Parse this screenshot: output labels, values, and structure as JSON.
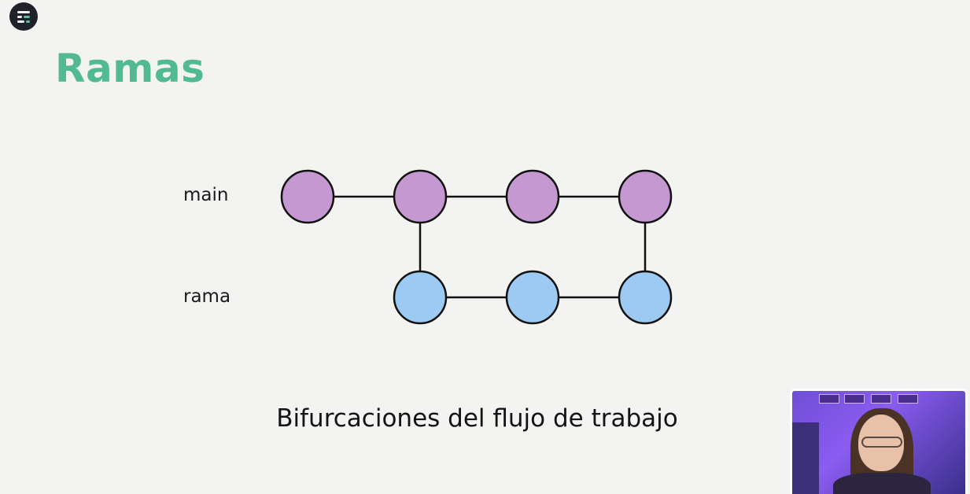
{
  "app": {
    "logo_icon": "slides-app-logo-icon"
  },
  "slide": {
    "title": "Ramas",
    "caption": "Bifurcaciones del flujo de trabajo",
    "colors": {
      "title": "#52b995",
      "main_commit": "#c698d1",
      "branch_commit": "#9dcaf2",
      "line": "#111111"
    }
  },
  "diagram": {
    "main_label": "main",
    "branch_label": "rama",
    "main_commits": 4,
    "branch_commits": 3,
    "branch_from_commit": 2,
    "merge_into_commit": 4
  },
  "webcam": {
    "icon": "presenter-webcam-icon"
  }
}
